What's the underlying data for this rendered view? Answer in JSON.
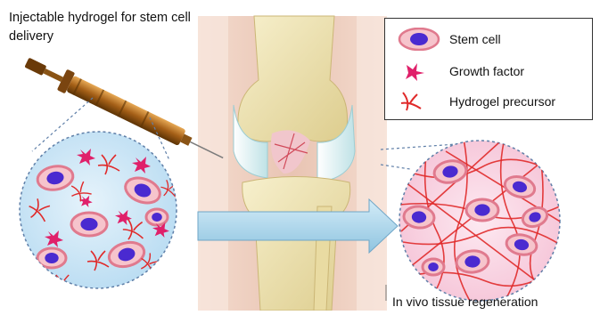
{
  "title": "Injectable hydrogel for stem cell delivery",
  "legend": {
    "items": [
      {
        "label": "Stem cell",
        "icon": "stem-cell-icon"
      },
      {
        "label": "Growth factor",
        "icon": "growth-factor-icon"
      },
      {
        "label": "Hydrogel precursor",
        "icon": "hydrogel-precursor-icon"
      }
    ]
  },
  "caption": "In vivo tissue regeneration",
  "colors": {
    "cell_membrane": "#e07a8e",
    "cell_body": "#f6c4cc",
    "nucleus": "#4a2ad0",
    "growth_factor": "#e0206a",
    "hydrogel_line": "#e02a2a",
    "left_circle_fill": "#cfe6f7",
    "right_circle_fill": "#fbdbe8",
    "arrow": "#a9d3ea",
    "syringe_glass": "#b8782a",
    "bone": "#efe3b4",
    "skin": "#f1d2c4"
  }
}
